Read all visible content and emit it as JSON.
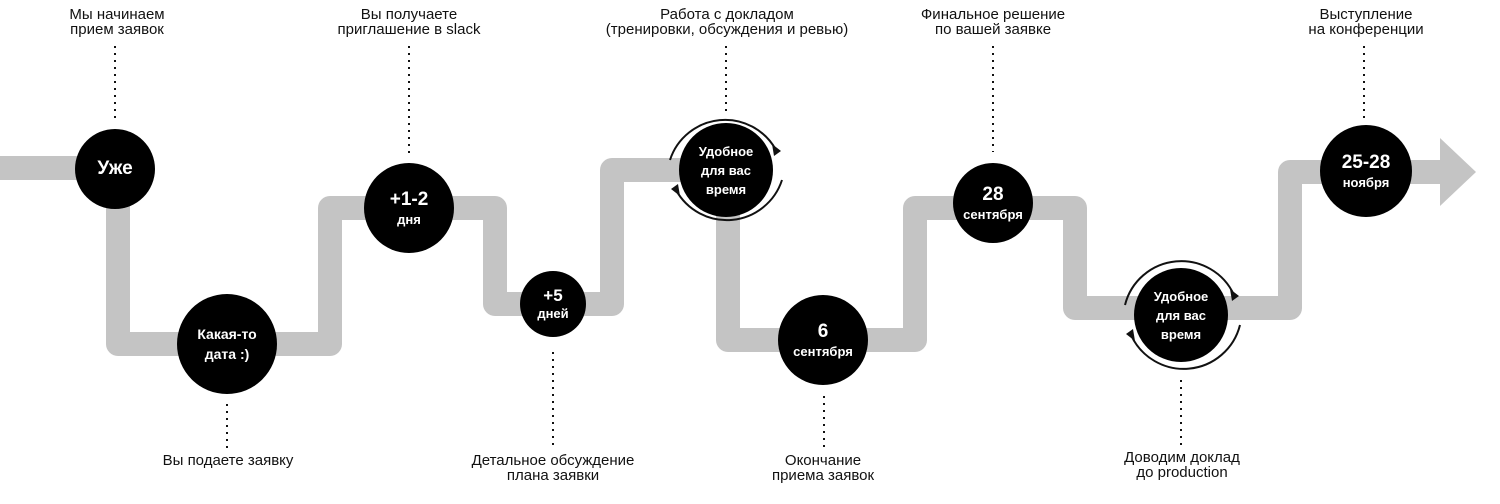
{
  "colors": {
    "track": "#c4c4c4",
    "node": "#000000",
    "node_text": "#ffffff",
    "text": "#111111"
  },
  "nodes": {
    "now": {
      "lines": [
        "Уже"
      ]
    },
    "some_date": {
      "lines": [
        "Какая-то",
        "дата :)"
      ]
    },
    "plus_1_2": {
      "lines": [
        "+1-2",
        "дня"
      ]
    },
    "plus_5": {
      "lines": [
        "+5",
        "дней"
      ]
    },
    "convenient_1": {
      "lines": [
        "Удобное",
        "для вас",
        "время"
      ]
    },
    "sept_6": {
      "lines": [
        "6",
        "сентября"
      ]
    },
    "sept_28": {
      "lines": [
        "28",
        "сентября"
      ]
    },
    "convenient_2": {
      "lines": [
        "Удобное",
        "для вас",
        "время"
      ]
    },
    "nov_25_28": {
      "lines": [
        "25-28",
        "ноября"
      ]
    }
  },
  "labels": {
    "start": {
      "lines": [
        "Мы начинаем",
        "прием заявок"
      ]
    },
    "submit": {
      "lines": [
        "Вы подаете заявку"
      ]
    },
    "slack": {
      "lines": [
        "Вы получаете",
        "приглашение в slack"
      ]
    },
    "discussion": {
      "lines": [
        "Детальное обсуждение",
        "плана заявки"
      ]
    },
    "work": {
      "lines": [
        "Работа с докладом",
        "(тренировки, обсуждения и ревью)"
      ]
    },
    "end_accept": {
      "lines": [
        "Окончание",
        "приема заявок"
      ]
    },
    "decision": {
      "lines": [
        "Финальное решение",
        "по вашей заявке"
      ]
    },
    "production": {
      "lines": [
        "Доводим доклад",
        "до production"
      ]
    },
    "talk": {
      "lines": [
        "Выступление",
        "на конференции"
      ]
    }
  }
}
